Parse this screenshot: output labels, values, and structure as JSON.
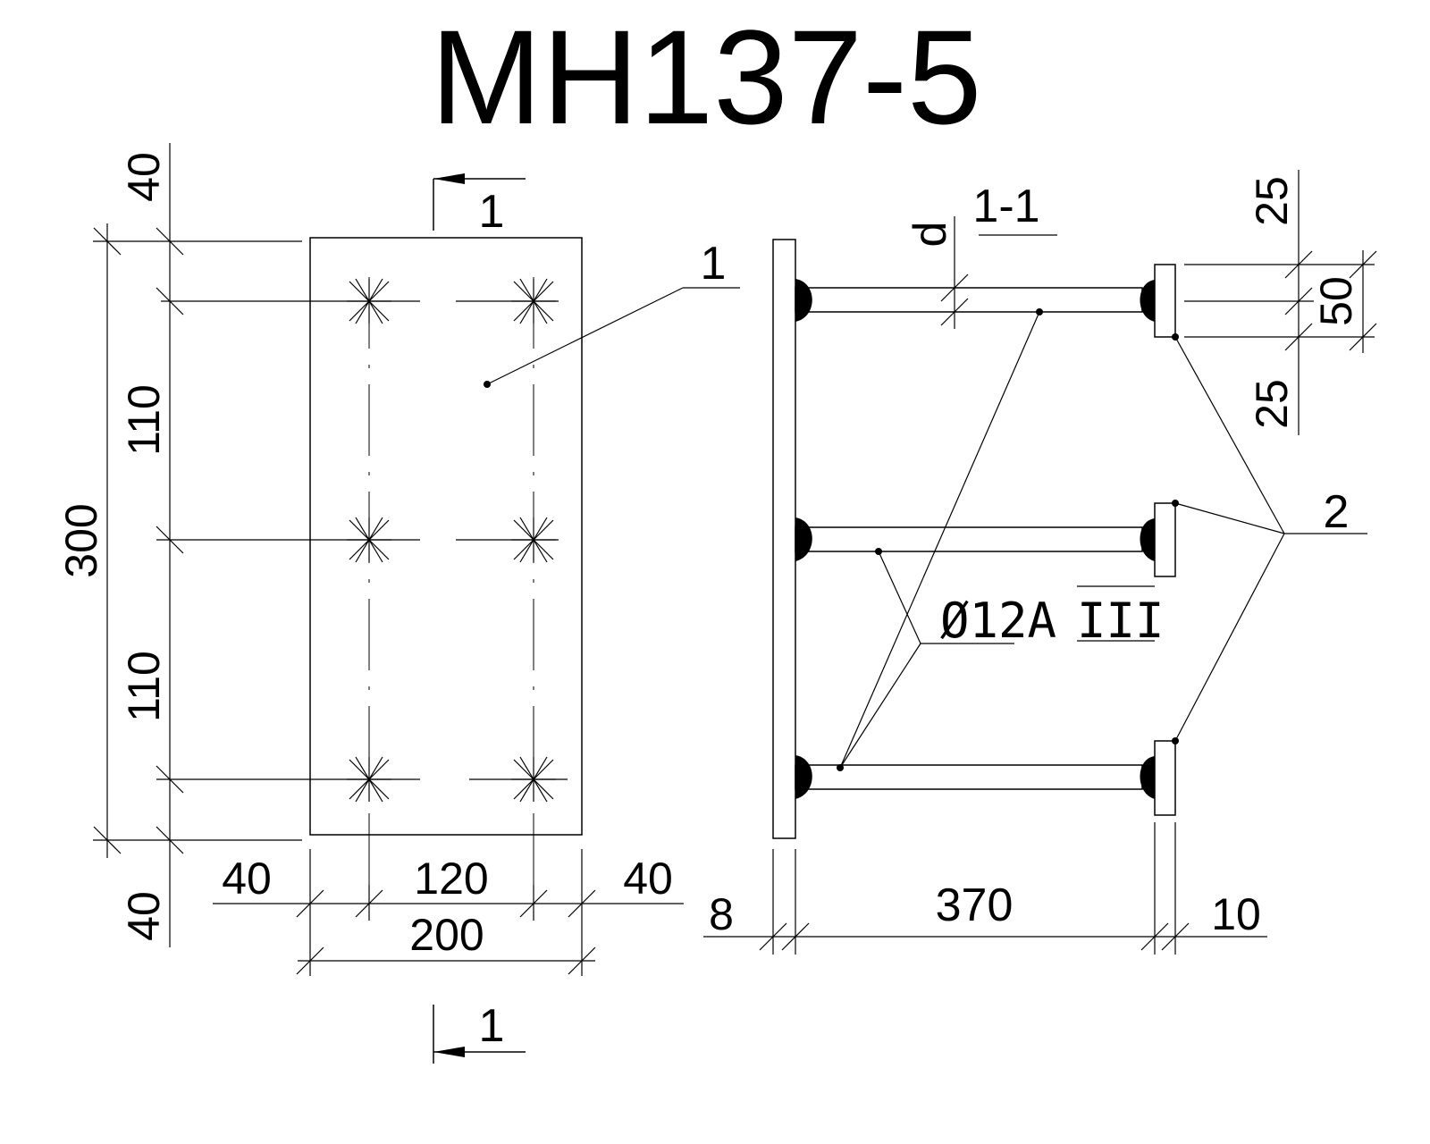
{
  "title": "MH137-5",
  "section_mark": "1",
  "section_title": "1-1",
  "labels": {
    "plate_callout": "1",
    "anchor_callout": "2",
    "bar_diameter_symbol": "d",
    "bar_spec_prefix": "Ø12A",
    "bar_spec_class": "III"
  },
  "plan_dimensions": {
    "top_margin": "40",
    "upper_spacing": "110",
    "lower_spacing": "110",
    "total_height": "300",
    "bottom_margin": "40",
    "left_edge": "40",
    "center_spacing": "120",
    "right_edge": "40",
    "total_width": "200"
  },
  "section_dimensions": {
    "plate_thickness": "8",
    "bar_length": "370",
    "washer_thickness": "10",
    "washer_top": "25",
    "washer_height": "50",
    "washer_bottom": "25"
  }
}
